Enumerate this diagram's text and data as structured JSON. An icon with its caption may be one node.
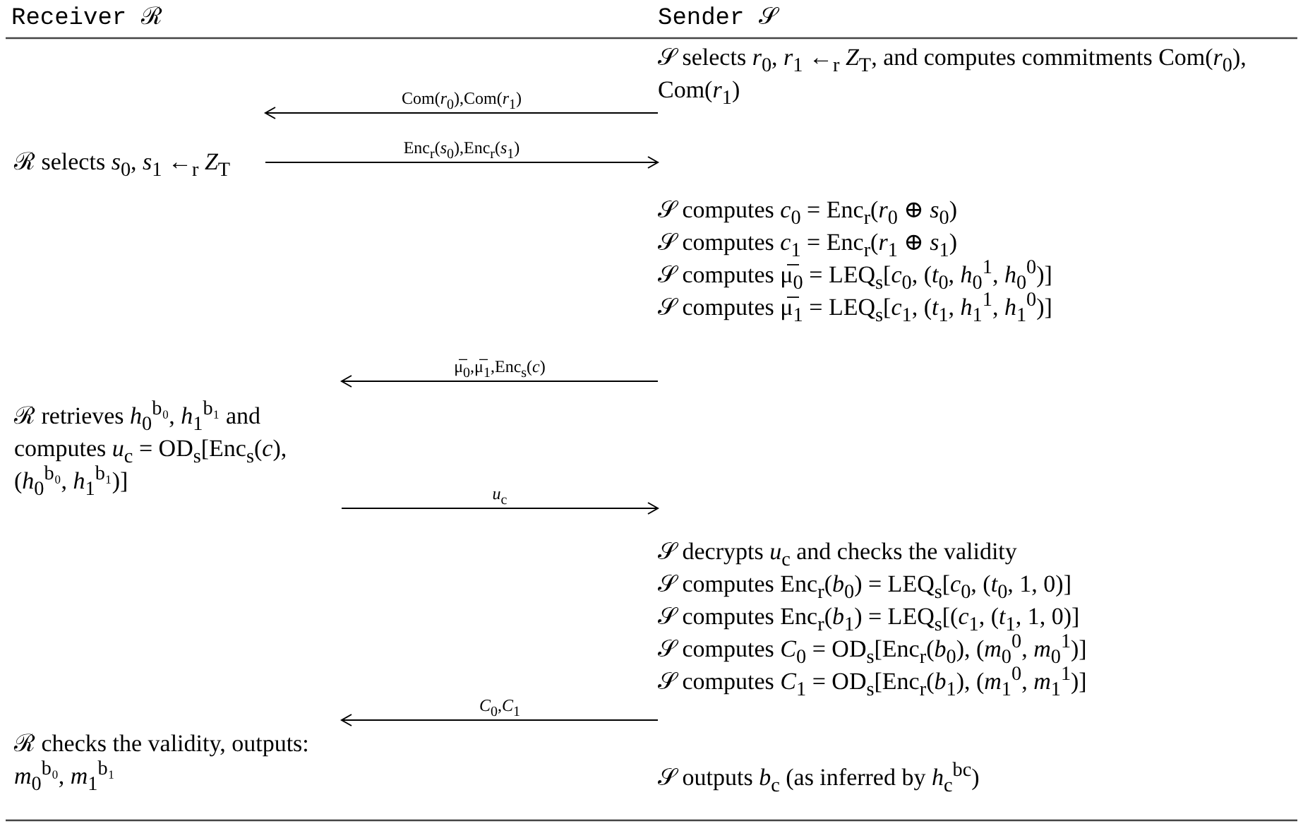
{
  "diagram": {
    "nodes": [
      {
        "text": [
          "ℛ selects *s*$_{0}$, *s*$_{1}$ ←$_{r}$ *Z*$_{T}$"
        ]
      },
      {
        "text": [
          "𝒮 selects *r*$_{0}$, *r*$_{1}$ ←$_{r}$ *Z*$_{T}$, and computes commitments Com(*r*$_{0}$), Com(*r*$_{1}$)"
        ]
      },
      {
        "text": [
          "𝒮 computes *c*$_{0}$ = Enc$_{r}$(*r*$_{0}$ ⊕ *s*$_{0}$)",
          "𝒮 computes *c*$_{1}$ = Enc$_{r}$(*r*$_{1}$ ⊕ *s*$_{1}$)",
          "𝒮 computes μ̅$_{0}$ = LEQ$_{s}$[*c*$_{0}$, (*t*$_{0}$, *h*$_{0}$$^{1}$, *h*$_{0}$$^{0}$)]",
          "𝒮 computes μ̅$_{1}$ = LEQ$_{s}$[*c*$_{1}$, (*t*$_{1}$, *h*$_{1}$$^{1}$, *h*$_{1}$$^{0}$)]"
        ]
      },
      {
        "text": [
          "ℛ retrieves *h*$_{0}$$^{b₀}$, *h*$_{1}$$^{b₁}$ and computes *u*$_{c}$ = OD$_{s}$[Enc$_{s}$(*c*), (*h*$_{0}$$^{b₀}$, *h*$_{1}$$^{b₁}$)]"
        ]
      },
      {
        "text": [
          "𝒮 decrypts *u*$_{c}$ and checks the validity",
          "𝒮 computes Enc$_{r}$(*b*$_{0}$) = LEQ$_{s}$[*c*$_{0}$, (*t*$_{0}$, 1, 0)]",
          "𝒮 computes Enc$_{r}$(*b*$_{1}$) = LEQ$_{s}$[(*c*$_{1}$, (*t*$_{1}$, 1, 0)]",
          "𝒮 computes *C*$_{0}$ = OD$_{s}$[Enc$_{r}$(*b*$_{0}$), (*m*$_{0}$$^{0}$, *m*$_{0}$$^{1}$)]",
          "𝒮 computes *C*$_{1}$ = OD$_{s}$[Enc$_{r}$(*b*$_{1}$), (*m*$_{1}$$^{0}$, *m*$_{1}$$^{1}$)]"
        ]
      },
      {
        "text": [
          "ℛ checks the validity, outputs: *m*$_{0}$$^{b₀}$, *m*$_{1}$$^{b₁}$"
        ]
      },
      {
        "text": [
          "𝒮 outputs *b*$_{c}$ (as inferred by *h*$_{c}$$^{bc}$)"
        ]
      }
    ],
    "edges": [
      {
        "from": 1,
        "to": 0,
        "arrow": "to",
        "label": "Com(*r*$_{0}$),Com(*r*$_{1}$)"
      },
      {
        "from": 0,
        "to": 2,
        "arrow": "to",
        "label": "Enc$_{r}$(*s*$_{0}$),Enc$_{r}$(*s*$_{1}$)"
      },
      {
        "from": 2,
        "to": 3,
        "arrow": "to",
        "label": "μ̅$_{0}$,μ̅$_{1}$,Enc$_{s}$(*c*)"
      },
      {
        "from": 3,
        "to": 4,
        "arrow": "to",
        "label": "*u*$_{c}$"
      },
      {
        "from": 4,
        "to": 5,
        "arrow": "to",
        "label": "*C*$_{0}$,*C*$_{1}$"
      }
    ],
    "labels": [
      "Receiver ℛ",
      "Sender 𝒮"
    ]
  }
}
